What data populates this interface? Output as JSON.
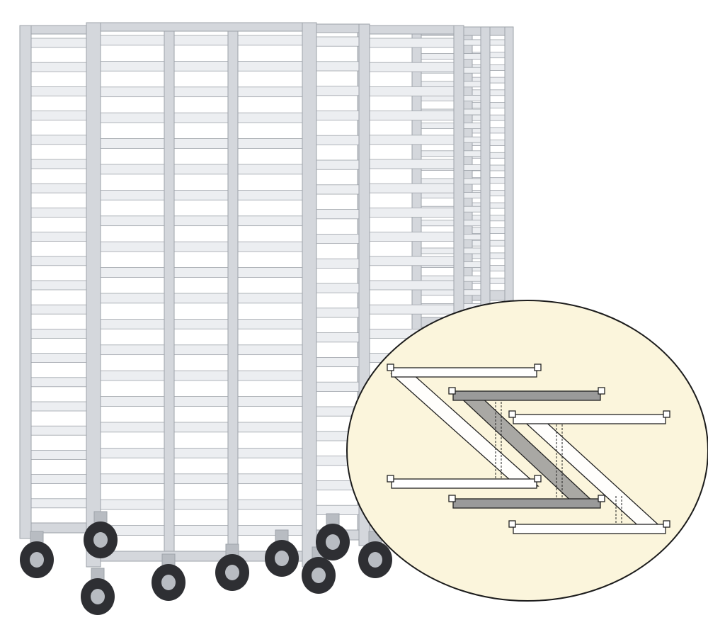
{
  "image": {
    "subject": "nesting-pan-racks",
    "background_color": "#ffffff",
    "inset_background_color": "#fbf5dc",
    "frame_color": "#d4d7dc",
    "frame_shadow_color": "#9ea3aa",
    "shelf_color": "#eceef1",
    "caster_tire_color": "#2e2f33",
    "caster_hub_color": "#b8bcc2",
    "diagram_pan_color": "#9a9a9a",
    "diagram_line_color": "#222222"
  },
  "racks": {
    "count": 6,
    "runner_rows": 20
  },
  "inset": {
    "shape": "ellipse",
    "pan_pairs": 3
  }
}
